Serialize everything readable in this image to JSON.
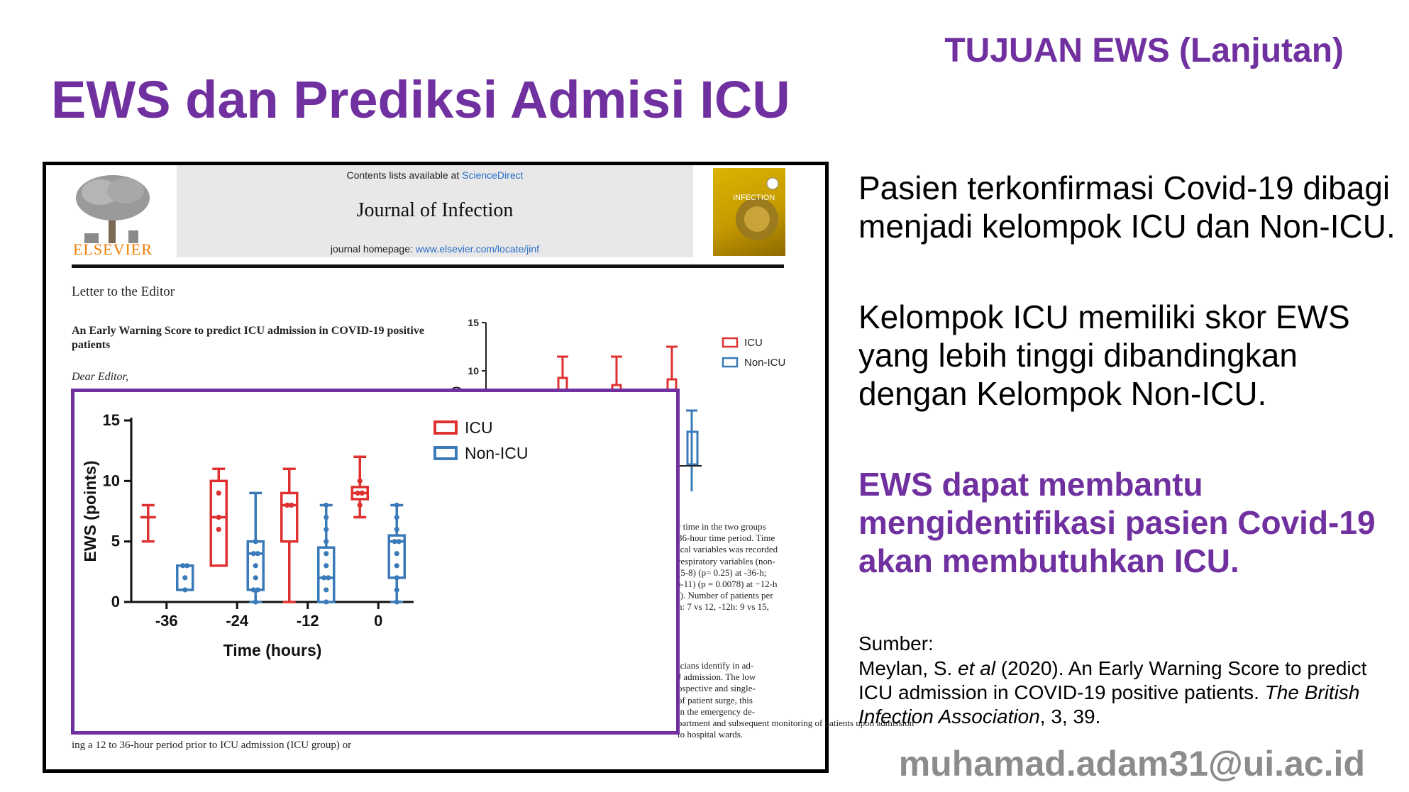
{
  "slide": {
    "title": "EWS dan Prediksi Admisi ICU",
    "section": "TUJUAN EWS (Lanjutan)"
  },
  "article": {
    "contents_prefix": "Contents lists available at ",
    "contents_link": "ScienceDirect",
    "journal": "Journal of Infection",
    "homepage_prefix": "journal homepage: ",
    "homepage_link": "www.elsevier.com/locate/jinf",
    "publisher": "ELSEVIER",
    "cover_text": "INFECTION",
    "letter_label": "Letter to the Editor",
    "heading": "An Early Warning Score to predict ICU admission in COVID-19 positive patients",
    "salutation": "Dear Editor,",
    "snippet_a": [
      "r time in the two groups",
      "36-hour time period. Time",
      "ical variables was recorded",
      "respiratory variables (non-",
      "(5-8) (p= 0.25) at -36-h;",
      ")-11) (p = 0.0078) at −12-h",
      "t). Number of patients per",
      "h: 7 vs 12, -12h: 9 vs 15,"
    ],
    "snippet_b": [
      "icians identify in ad-",
      "J admission. The low",
      "ospective and single-",
      "of patient surge, this",
      "in the emergency de-",
      "partment and subsequent monitoring of patients upon admission",
      "to hospital wards."
    ],
    "bottom_text": "ing a 12 to 36-hour period prior to ICU admission (ICU group) or"
  },
  "chart_data": {
    "type": "box",
    "xlabel": "Time (hours)",
    "ylabel": "EWS (points)",
    "categories": [
      "-36",
      "-24",
      "-12",
      "0"
    ],
    "ylim": [
      0,
      15
    ],
    "yticks": [
      0,
      5,
      10,
      15
    ],
    "legend_position": "top-right",
    "series": [
      {
        "name": "ICU",
        "color": "#e03131",
        "boxes": [
          {
            "min": 5,
            "q1": 7,
            "median": 7,
            "q3": 7,
            "max": 8,
            "points": []
          },
          {
            "min": 3,
            "q1": 3,
            "median": 7,
            "q3": 10,
            "max": 11,
            "points": [
              9,
              7,
              6
            ]
          },
          {
            "min": 0,
            "q1": 5,
            "median": 8,
            "q3": 9,
            "max": 11,
            "points": [
              8,
              8,
              8
            ]
          },
          {
            "min": 7,
            "q1": 8.5,
            "median": 9,
            "q3": 9.5,
            "max": 12,
            "points": [
              10,
              9,
              9,
              9,
              9,
              8
            ]
          }
        ]
      },
      {
        "name": "Non-ICU",
        "color": "#3a7ab8",
        "boxes": [
          {
            "min": 1,
            "q1": 1,
            "median": 3,
            "q3": 3,
            "max": 3,
            "points": [
              3,
              3,
              2,
              1
            ]
          },
          {
            "min": 0,
            "q1": 1,
            "median": 4,
            "q3": 5,
            "max": 9,
            "points": [
              5,
              4,
              4,
              3,
              2,
              1,
              1,
              0
            ]
          },
          {
            "min": 0,
            "q1": 0,
            "median": 2,
            "q3": 4.5,
            "max": 8,
            "points": [
              8,
              7,
              6,
              5,
              4,
              3,
              2,
              2,
              1,
              0
            ]
          },
          {
            "min": 0,
            "q1": 2,
            "median": 5,
            "q3": 5.5,
            "max": 8,
            "points": [
              8,
              7,
              6,
              5,
              5,
              4,
              3,
              2,
              1,
              0
            ]
          }
        ]
      }
    ]
  },
  "right": {
    "point1": "Pasien terkonfirmasi Covid-19 dibagi menjadi kelompok ICU dan Non-ICU.",
    "point2": "Kelompok ICU memiliki skor EWS yang lebih tinggi dibandingkan dengan Kelompok Non-ICU.",
    "point3": "EWS dapat membantu mengidentifikasi pasien Covid-19 akan membutuhkan ICU.",
    "source_label": "Sumber:",
    "citation_author": "Meylan, S. ",
    "citation_etal": "et al",
    "citation_mid": " (2020). An Early Warning Score to predict ICU admission in COVID-19 positive patients. ",
    "citation_journal": "The British Infection Association",
    "citation_end": ", 3, 39."
  },
  "footer": {
    "email": "muhamad.adam31@ui.ac.id"
  }
}
